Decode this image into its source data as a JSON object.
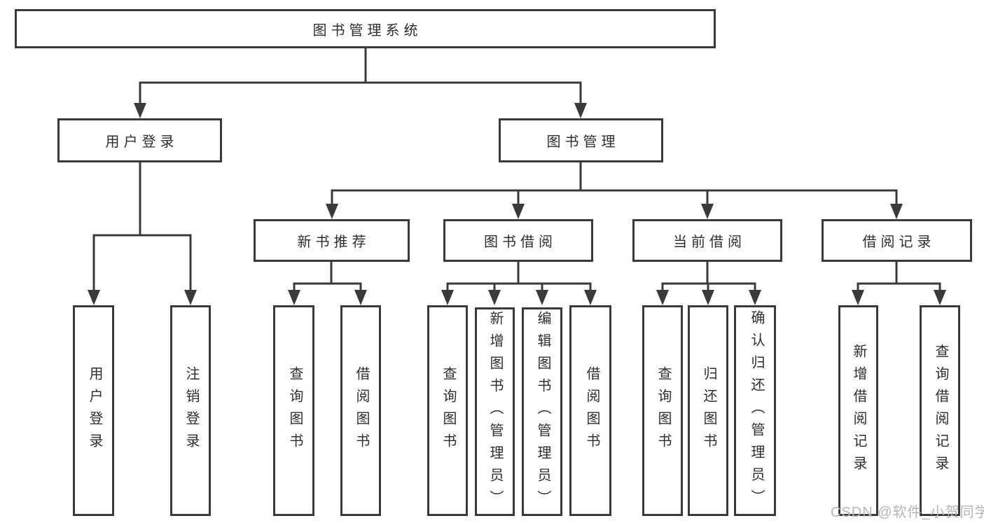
{
  "colors": {
    "line": "#3a3a3a",
    "box_border": "#3a3a3a",
    "text": "#2e2e2e",
    "background": "#ffffff",
    "watermark_text": "#b6b6b6"
  },
  "watermark": {
    "label": "CSDN @软件_小贺同学"
  },
  "nodes": {
    "root": "图书管理系统",
    "user_login": "用户登录",
    "book_management": "图书管理",
    "new_book_recommend": "新书推荐",
    "book_borrow": "图书借阅",
    "current_borrow": "当前借阅",
    "borrow_records": "借阅记录",
    "leaf_user_login": "用户登录",
    "leaf_logout": "注销登录",
    "leaf_query_books_1": "查询图书",
    "leaf_borrow_books_1": "借阅图书",
    "leaf_query_books_2": "查询图书",
    "leaf_add_book_admin": "新增图书（管理员）",
    "leaf_edit_book_admin": "编辑图书（管理员）",
    "leaf_borrow_books_2": "借阅图书",
    "leaf_query_books_3": "查询图书",
    "leaf_return_book": "归还图书",
    "leaf_confirm_return_admin": "确认归还（管理员）",
    "leaf_add_borrow_record": "新增借阅记录",
    "leaf_query_borrow_record": "查询借阅记录"
  },
  "hierarchy": {
    "图书管理系统": {
      "用户登录": [
        "用户登录",
        "注销登录"
      ],
      "图书管理": {
        "新书推荐": [
          "查询图书",
          "借阅图书"
        ],
        "图书借阅": [
          "查询图书",
          "新增图书（管理员）",
          "编辑图书（管理员）",
          "借阅图书"
        ],
        "当前借阅": [
          "查询图书",
          "归还图书",
          "确认归还（管理员）"
        ],
        "借阅记录": [
          "新增借阅记录",
          "查询借阅记录"
        ]
      }
    }
  }
}
